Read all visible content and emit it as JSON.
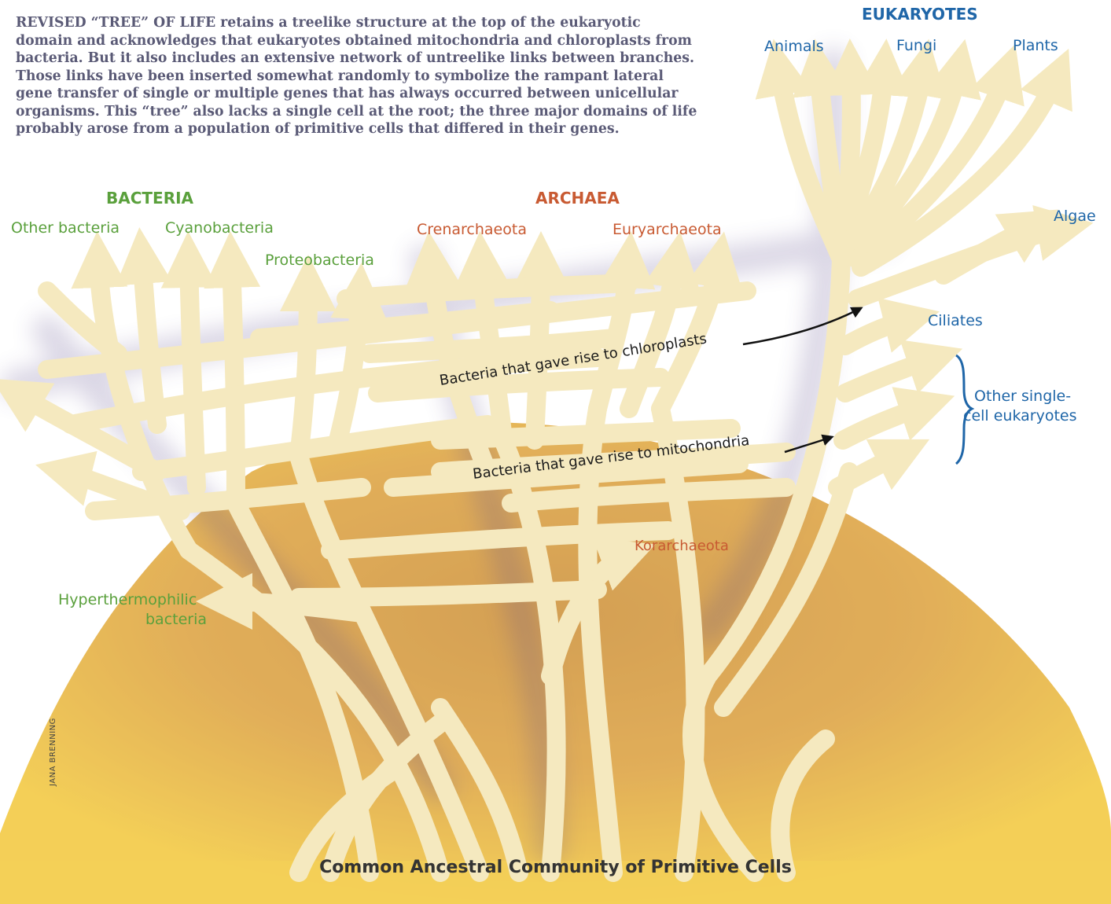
{
  "caption": "REVISED “TREE” OF LIFE retains a treelike structure at the top of the eukaryotic domain and acknowledges that eukaryotes obtained mitochondria and chloroplasts from bacteria. But it also includes an extensive network of untreelike links between branches. Those links have been inserted somewhat randomly to symbolize the rampant lateral gene transfer of single or multiple genes that has always occurred between unicellular organisms. This “tree” also lacks a single cell at the root; the three major domains of life probably arose from a population of primitive cells that differed in their genes.",
  "domains": {
    "bacteria": "BACTERIA",
    "archaea": "ARCHAEA",
    "eukaryotes": "EUKARYOTES"
  },
  "groups": {
    "other_bacteria": "Other bacteria",
    "cyanobacteria": "Cyanobacteria",
    "proteobacteria": "Proteobacteria",
    "crenarchaeota": "Crenarchaeota",
    "euryarchaeota": "Euryarchaeota",
    "animals": "Animals",
    "fungi": "Fungi",
    "plants": "Plants",
    "algae": "Algae",
    "ciliates": "Ciliates",
    "other_single_cell_1": "Other single-",
    "other_single_cell_2": "cell eukaryotes",
    "korarchaeota": "Korarchaeota",
    "hyperthermophilic_1": "Hyperthermophilic",
    "hyperthermophilic_2": "bacteria"
  },
  "annotations": {
    "chloroplasts": "Bacteria that gave rise to chloroplasts",
    "mitochondria": "Bacteria that gave rise to mitochondria"
  },
  "root_label": "Common Ancestral Community of Primitive Cells",
  "credit": "JANA BRENNING",
  "colors": {
    "branch": "#f5e9bf",
    "shadow": "#5a4a8a",
    "ground_dark": "#c98f52",
    "ground_light": "#f4cf57",
    "bacteria": "#5aa03c",
    "archaea": "#c85a32",
    "eukaryotes": "#1f66a8"
  }
}
